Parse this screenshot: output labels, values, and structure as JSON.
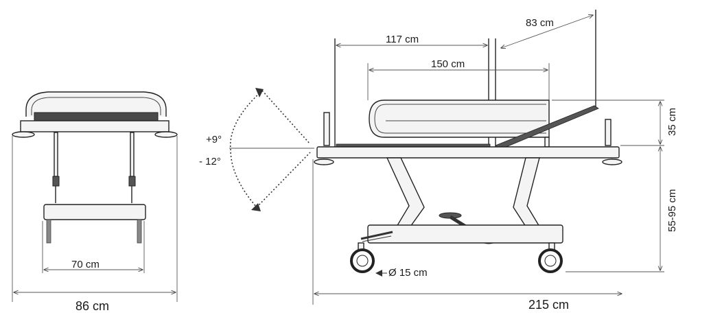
{
  "dimensions": {
    "front_width_inner": "70 cm",
    "front_width_total": "86 cm",
    "tilt_up": "+9°",
    "tilt_down": "- 12°",
    "side_rail_length": "117 cm",
    "mattress_length": "150 cm",
    "backrest_length": "83 cm",
    "rail_height": "35 cm",
    "height_range": "55-95 cm",
    "wheel_diameter": "Ø 15 cm",
    "total_length": "215 cm"
  }
}
